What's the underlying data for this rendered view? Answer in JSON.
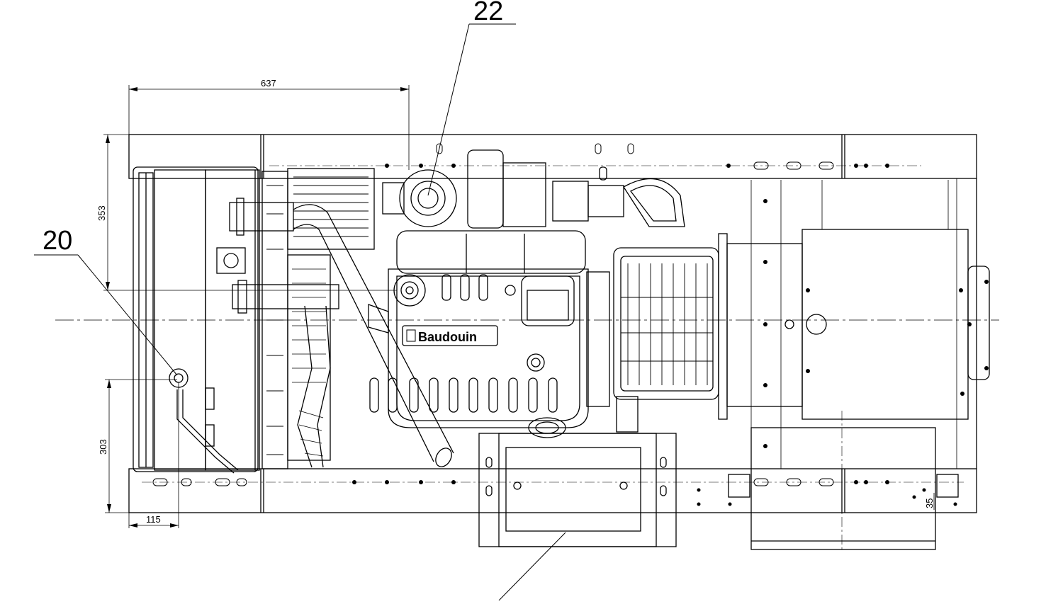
{
  "drawing": {
    "callouts": {
      "c22": "22",
      "c20": "20"
    },
    "dimensions": {
      "d637": "637",
      "d353": "353",
      "d303": "303",
      "d115": "115",
      "d35": "35"
    },
    "logo": {
      "text": "Baudouin"
    },
    "colors": {
      "ink": "#000000",
      "paper": "#ffffff"
    }
  }
}
